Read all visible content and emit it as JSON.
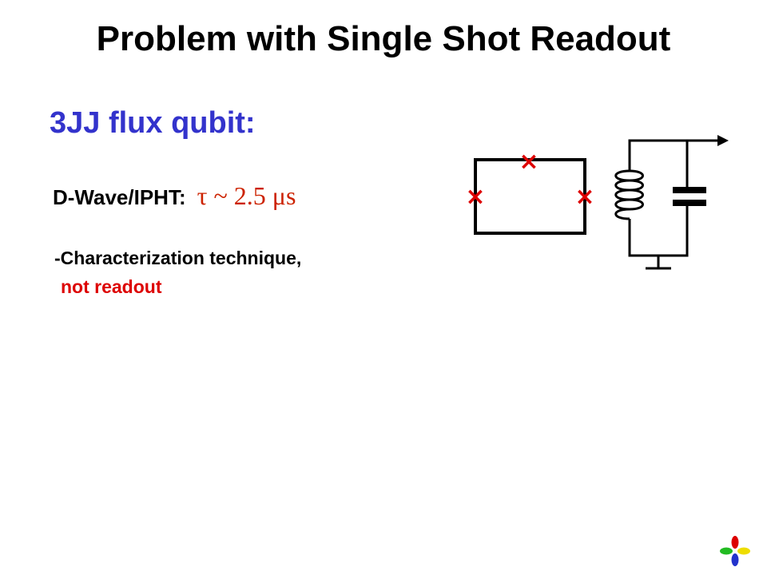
{
  "slide": {
    "title": "Problem with Single Shot Readout",
    "subtitle": "3JJ flux qubit:",
    "dwave_label": "D-Wave/IPHT:",
    "formula": "τ ~ 2.5 μs",
    "characterization": "-Characterization technique,",
    "note": "not readout"
  },
  "circuit": {
    "junction_marker": "×",
    "components": [
      "qubit-loop",
      "josephson-junction",
      "josephson-junction",
      "josephson-junction",
      "inductor",
      "capacitor",
      "ground",
      "output-arrow"
    ]
  },
  "colors": {
    "title": "#000000",
    "subtitle": "#3333CC",
    "formula": "#CC2200",
    "note": "#DD0000",
    "junction": "#DD0000",
    "wire": "#000000"
  },
  "logo": {
    "petal_colors": [
      "#DD0000",
      "#22BB22",
      "#EEDD00",
      "#2233CC"
    ]
  }
}
